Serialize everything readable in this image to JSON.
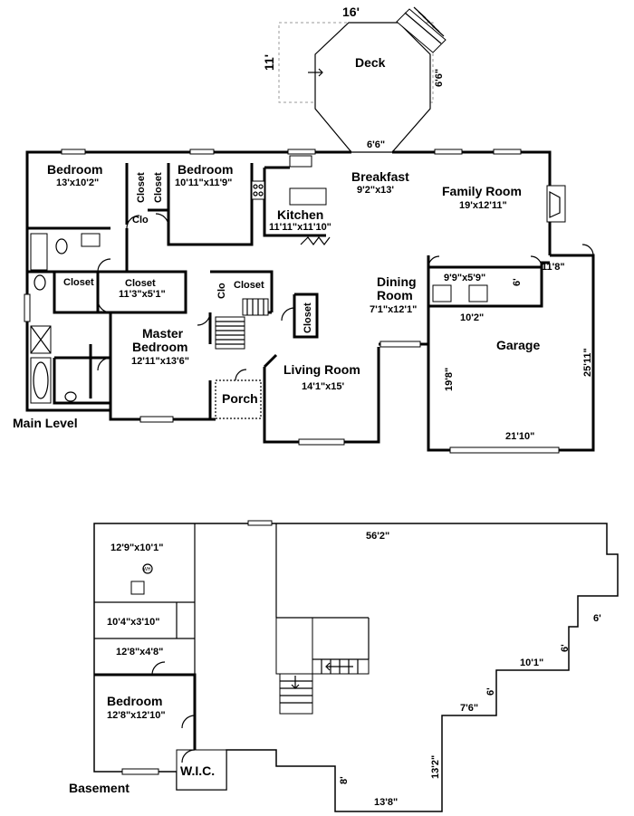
{
  "main_level": {
    "label": "Main Level",
    "deck": {
      "name": "Deck",
      "dim_top": "16'",
      "dim_left": "11'",
      "dim_right": "6'6\"",
      "dim_opening": "6'6\""
    },
    "rooms": {
      "bedroom_left": {
        "name": "Bedroom",
        "size": "13'x10'2\""
      },
      "bedroom_right": {
        "name": "Bedroom",
        "size": "10'11\"x11'9\""
      },
      "closet_a": "Closet",
      "closet_b": "Closet",
      "clo_small": "Clo",
      "breakfast": {
        "name": "Breakfast",
        "size": "9'2\"x13'"
      },
      "family_room": {
        "name": "Family Room",
        "size": "19'x12'11\""
      },
      "kitchen": {
        "name": "Kitchen",
        "size": "11'11\"x11'10\""
      },
      "closet_bath": "Closet",
      "closet_master": {
        "name": "Closet",
        "size": "11'3\"x5'1\""
      },
      "clo_hall": "Clo",
      "closet_hall": "Closet",
      "master_bedroom": {
        "name_line1": "Master",
        "name_line2": "Bedroom",
        "size": "12'11\"x13'6\""
      },
      "closet_living": "Closet",
      "dining_room": {
        "name_line1": "Dining",
        "name_line2": "Room",
        "size": "7'1\"x12'1\""
      },
      "laundry": {
        "size": "9'9\"x5'9\"",
        "dim_side": "6'",
        "dim_bottom": "10'2\""
      },
      "garage": {
        "name": "Garage",
        "dim_top": "11'8\"",
        "dim_left": "19'8\"",
        "dim_right": "25'11\"",
        "dim_bottom": "21'10\""
      },
      "living_room": {
        "name": "Living Room",
        "size": "14'1\"x15'"
      },
      "porch": {
        "name": "Porch"
      }
    }
  },
  "basement": {
    "label": "Basement",
    "dims": {
      "top": "56'2\"",
      "utility": "12'9\"x10'1\"",
      "wh": "WH",
      "storage1": "10'4\"x3'10\"",
      "storage2": "12'8\"x4'8\"",
      "step_a": "6'",
      "step_b": "6'",
      "step_c": "10'1\"",
      "step_d": "6'",
      "step_e": "7'6\"",
      "side": "13'2\"",
      "bottom": "13'8\"",
      "alcove": "8'"
    },
    "bedroom": {
      "name": "Bedroom",
      "size": "12'8\"x12'10\""
    },
    "wic": "W.I.C."
  },
  "colors": {
    "walls": "#000000",
    "background": "#ffffff",
    "deck_outline": "#999999"
  }
}
